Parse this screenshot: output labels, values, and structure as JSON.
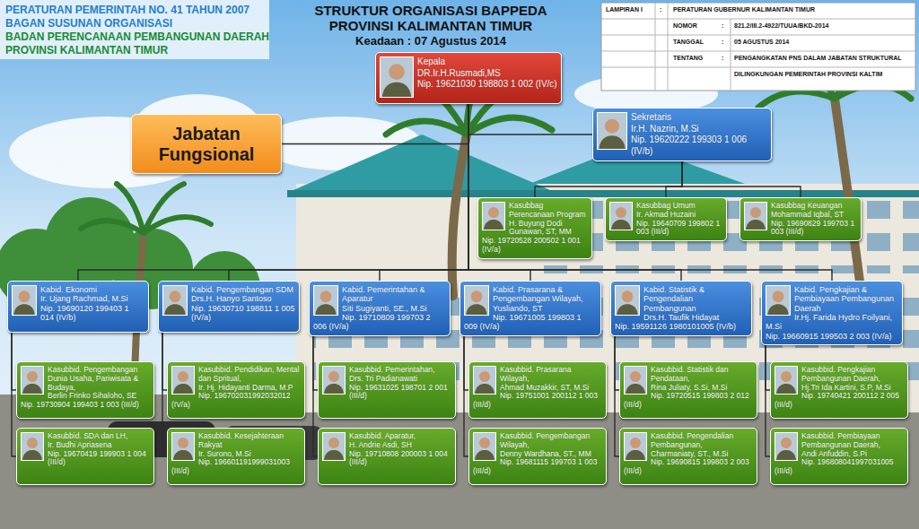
{
  "diagram": {
    "title": "STRUKTUR ORGANISASI BAPPEDA PROVINSI KALIMANTAN TIMUR",
    "nodes": [
      {
        "text": [
          "Kepala",
          "DR.Ir.H.Rusmadi,MS",
          "Nip. 19621030 198803 1 002 (IV/c)"
        ]
      },
      {
        "text": [
          "Jabatan Fungsional"
        ]
      },
      {
        "text": [
          "Sekretaris",
          "Ir.H. Nazrin, M.Si",
          "Nip. 19620222 199303 1 006 (IV/b)"
        ]
      },
      {
        "text": [
          "Kasubbag Perencanaan Program",
          "H. Buyung Dodi Gunawan, ST, MM",
          "Nip. 19720528 200502 1 001 (IV/a)"
        ]
      },
      {
        "text": [
          "Kasubbag Umum",
          "Ir. Akmad Huzaini",
          "Nip. 19640709 199802 1 003 (III/d)"
        ]
      },
      {
        "text": [
          "Kasubbag Keuangan",
          "Mohammad Iqbal, ST",
          "Nip. 19690829 199703 1 003 (III/d)"
        ]
      },
      {
        "text": [
          "Kabid. Ekonomi",
          "Ir. Ujang Rachmad, M.Si",
          "Nip. 19690120 199403 1 014 (IV/b)"
        ]
      },
      {
        "text": [
          "Kabid. Pengembangan SDM",
          "Drs.H. Hanyo Santoso",
          "Nip. 19630710 198811 1 005 (IV/a)"
        ]
      },
      {
        "text": [
          "Kabid. Pemerintahan & Aparatur",
          "Siti Sugiyanti, SE., M.Si",
          "Nip. 19710809 199703 2 006 (IV/a)"
        ]
      },
      {
        "text": [
          "Kabid. Prasarana & Pengembangan Wilayah,",
          "Yusliando, ST",
          "Nip. 19671005 199803 1 009 (IV/a)"
        ]
      },
      {
        "text": [
          "Kabid. Statistik & Pengendalian Pembangunan",
          "Drs.H. Taufik Hidayat",
          "Nip. 19591126 1980101005 (IV/b)"
        ]
      },
      {
        "text": [
          "Kabid. Pengkajian & Pembiayaan Pembangunan Daerah",
          "Ir.Hj. Farida Hydro Foilyani, M.Si",
          "Nip. 19660915 199503 2 003 (IV/a)"
        ]
      },
      {
        "text": [
          "Kasubbid. Pengembangan Dunia Usaha, Pariwisata & Budaya,",
          "Berlin Frinko Sihaloho, SE",
          "Nip. 19730904 199403 1 003 (III/d)"
        ]
      },
      {
        "text": [
          "Kasubbid. SDA dan LH,",
          "Ir. Budhi Apriasena",
          "Nip. 19670419 199903 1 004 (III/d)"
        ]
      },
      {
        "text": [
          "Kasubbid. Pendidikan, Mental dan Spritual,",
          "Ir. Hj. Hidayanti Darma, M.P",
          "Nip. 196702031992032012 (IV/a)"
        ]
      },
      {
        "text": [
          "Kasubbid. Kesejahteraan Rakyat",
          "Ir. Surono, M.Si",
          "Nip. 196601191999031003 (III/d)"
        ]
      },
      {
        "text": [
          "Kasubbid. Pemerintahan,",
          "Drs. Tri Padianawati",
          "Nip. 19631025 198701 2 001 (III/d)"
        ]
      },
      {
        "text": [
          "Kasubbid. Aparatur,",
          "H. Andrie Asdi, SH",
          "Nip. 19710808 200003 1 004 (III/d)"
        ]
      },
      {
        "text": [
          "Kasubbid. Prasarana Wilayah,",
          "Ahmad Muzakkir, ST, M.Si",
          "Nip. 19751001 200112 1 003 (III/d)"
        ]
      },
      {
        "text": [
          "Kasubbid. Pengembangan Wilayah,",
          "Denny Wardhana, ST., MM",
          "Nip. 19681115 199703 1 003 (III/d)"
        ]
      },
      {
        "text": [
          "Kasubbid. Statistik dan Pendataan,",
          "Rina Juliaty, S.Si, M.Si",
          "Nip. 19720515 199803 2 012 (III/d)"
        ]
      },
      {
        "text": [
          "Kasubbid. Pengendalian Pembangunan,",
          "Charmaniaty, ST., M.Si",
          "Nip. 19690815 199803 2 003 (III/d)"
        ]
      },
      {
        "text": [
          "Kasubbid. Pengkajian Pembangunan Daerah,",
          "Hj.Tri Ida Kartini, S.P, M.Si",
          "Nip. 19740421 200112 2 005 (III/d)"
        ]
      },
      {
        "text": [
          "Kasubbid. Pembiayaan Pembangunan Daerah,",
          "Andi Anfuddin, S.Pi",
          "Nip. 196808041997031005 (III/d)"
        ]
      }
    ],
    "edges": [
      {
        "from": 0,
        "to": 1,
        "arrow": "none"
      },
      {
        "from": 0,
        "to": 2,
        "arrow": "none"
      },
      {
        "from": 2,
        "to": 3,
        "arrow": "none"
      },
      {
        "from": 2,
        "to": 4,
        "arrow": "none"
      },
      {
        "from": 2,
        "to": 5,
        "arrow": "none"
      },
      {
        "from": 0,
        "to": 6,
        "arrow": "none"
      },
      {
        "from": 0,
        "to": 7,
        "arrow": "none"
      },
      {
        "from": 0,
        "to": 8,
        "arrow": "none"
      },
      {
        "from": 0,
        "to": 9,
        "arrow": "none"
      },
      {
        "from": 0,
        "to": 10,
        "arrow": "none"
      },
      {
        "from": 0,
        "to": 11,
        "arrow": "none"
      },
      {
        "from": 6,
        "to": 12,
        "arrow": "none"
      },
      {
        "from": 6,
        "to": 13,
        "arrow": "none"
      },
      {
        "from": 7,
        "to": 14,
        "arrow": "none"
      },
      {
        "from": 7,
        "to": 15,
        "arrow": "none"
      },
      {
        "from": 8,
        "to": 16,
        "arrow": "none"
      },
      {
        "from": 8,
        "to": 17,
        "arrow": "none"
      },
      {
        "from": 9,
        "to": 18,
        "arrow": "none"
      },
      {
        "from": 9,
        "to": 19,
        "arrow": "none"
      },
      {
        "from": 10,
        "to": 20,
        "arrow": "none"
      },
      {
        "from": 10,
        "to": 21,
        "arrow": "none"
      },
      {
        "from": 11,
        "to": 22,
        "arrow": "none"
      },
      {
        "from": 11,
        "to": 23,
        "arrow": "none"
      }
    ],
    "labels": [
      "PERATURAN PEMERINTAH NO. 41 TAHUN 2007",
      "BAGAN SUSUNAN ORGANISASI",
      "BADAN PERENCANAAN PEMBANGUNAN DAERAH",
      "PROVINSI KALIMANTAN TIMUR",
      "Keadaan : 07 Agustus 2014",
      "LAMPIRAN I",
      ":",
      "PERATURAN GUBERNUR KALIMANTAN TIMUR",
      "NOMOR",
      ":",
      "821.2/III.2-4922/TUUA/BKD-2014",
      "TANGGAL",
      ":",
      "05 AGUSTUS 2014",
      "TENTANG",
      ":",
      "PENGANGKATAN PNS DALAM JABATAN STRUKTURAL",
      "DILINGKUNGAN PEMERINTAH PROVINSI KALTIM"
    ]
  }
}
